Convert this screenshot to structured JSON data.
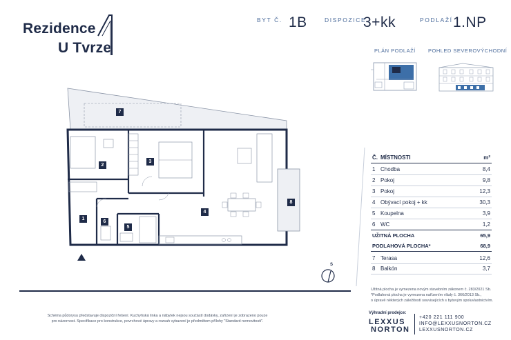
{
  "logo": {
    "line1": "Rezidence",
    "line2": "U Tvrze"
  },
  "header": {
    "unit_label": "BYT Č.",
    "unit_value": "1B",
    "layout_label": "DISPOZICE",
    "layout_value": "3+kk",
    "floor_label": "PODLAŽÍ",
    "floor_value": "1.NP"
  },
  "views": {
    "plan_label": "PLÁN PODLAŽÍ",
    "elevation_label": "POHLED SEVEROVÝCHODNÍ"
  },
  "plan": {
    "rooms": [
      "1",
      "2",
      "3",
      "4",
      "5",
      "6",
      "7",
      "8"
    ],
    "compass": "S"
  },
  "table": {
    "col_num": "Č.",
    "col_name": "MÍSTNOSTI",
    "col_unit": "m²",
    "rows": [
      {
        "num": "1",
        "name": "Chodba",
        "value": "8,4"
      },
      {
        "num": "2",
        "name": "Pokoj",
        "value": "9,8"
      },
      {
        "num": "3",
        "name": "Pokoj",
        "value": "12,3"
      },
      {
        "num": "4",
        "name": "Obývací pokoj + kk",
        "value": "30,3"
      },
      {
        "num": "5",
        "name": "Koupelna",
        "value": "3,9"
      },
      {
        "num": "6",
        "name": "WC",
        "value": "1,2"
      }
    ],
    "usable_label": "UŽITNÁ PLOCHA",
    "usable_value": "65,9",
    "floor_area_label": "PODLAHOVÁ PLOCHA*",
    "floor_area_value": "68,9",
    "extra_rows": [
      {
        "num": "7",
        "name": "Terasa",
        "value": "12,6"
      },
      {
        "num": "8",
        "name": "Balkón",
        "value": "3,7"
      }
    ]
  },
  "notes": {
    "line1": "Užitná plocha je vymezena novým stavebním zákonem č. 283/2021 Sb.",
    "line2": "*Podlahová plocha je vymezena nařízením vlády č. 366/2013 Sb.,",
    "line3": "o úpravě některých záležitostí souvisejících s bytovým spoluvlastnictvím."
  },
  "footer": {
    "line1": "Schéma půdorysu představuje dispoziční řešení. Kuchyňská linka a nábytek nejsou součástí dodávky, zařízení je zobrazeno pouze",
    "line2": "pro názornost. Specifikace pro konstrukce, povrchové úpravy a rozsah vybavení je předmětem přílohy \"Standard nemovitosti\"."
  },
  "sales": {
    "label": "Výhradní prodejce:",
    "brand1": "LEXXUS",
    "brand2": "NORTON",
    "phone": "+420 221 111 900",
    "email": "INFO@LEXXUSNORTON.CZ",
    "web": "LEXXUSNORTON.CZ"
  },
  "colors": {
    "primary": "#1f2b48",
    "accent": "#4a6a9a",
    "highlight": "#3d6fa8"
  }
}
